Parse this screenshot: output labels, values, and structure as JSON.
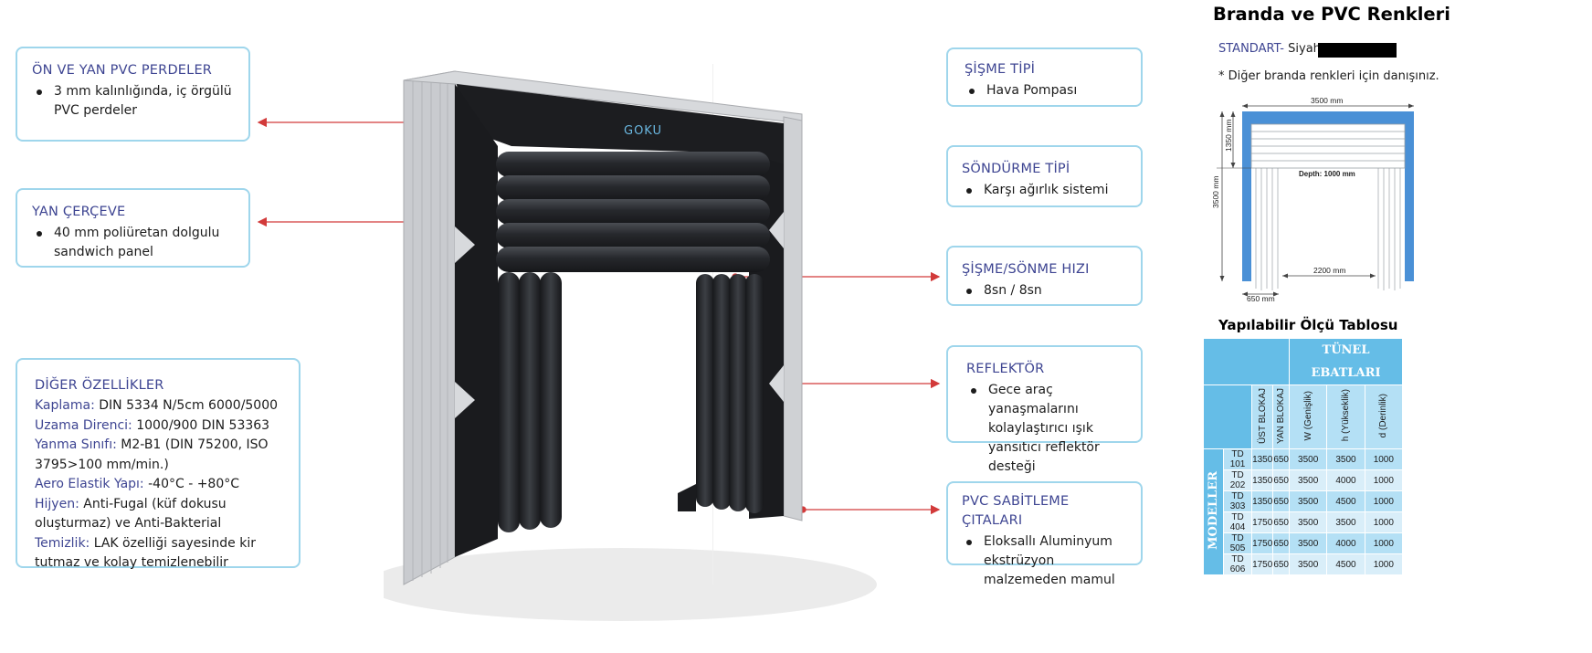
{
  "features": {
    "front_side_curtains": {
      "title": "ÖN VE YAN PVC PERDELER",
      "bullets": [
        "3 mm kalınlığında, iç örgülü PVC perdeler"
      ]
    },
    "side_frame": {
      "title": "YAN ÇERÇEVE",
      "bullets": [
        "40 mm poliüretan dolgulu sandwich panel"
      ]
    },
    "inflation_type": {
      "title": "ŞİŞME TİPİ",
      "bullets": [
        "Hava Pompası"
      ]
    },
    "deflation_type": {
      "title": "SÖNDÜRME TİPİ",
      "bullets": [
        "Karşı ağırlık sistemi"
      ]
    },
    "inflation_speed": {
      "title": "ŞİŞME/SÖNME HIZI",
      "bullets": [
        "8sn / 8sn"
      ]
    },
    "reflector": {
      "title": "REFLEKTÖR",
      "bullets": [
        "Gece araç yanaşmalarını kolaylaştırıcı ışık yansıtıcı reflektör desteği"
      ]
    },
    "pvc_strips": {
      "title": "PVC SABİTLEME ÇITALARI",
      "bullets": [
        "Eloksallı Aluminyum ekstrüzyon malzemeden mamul"
      ]
    }
  },
  "other_features": {
    "title": "DİĞER ÖZELLİKLER",
    "lines": [
      {
        "key": "Kaplama:",
        "value": "DIN 5334 N/5cm 6000/5000"
      },
      {
        "key": "Uzama Direnci:",
        "value": "1000/900 DIN 53363"
      },
      {
        "key": "Yanma Sınıfı:",
        "value": "M2-B1 (DIN 75200, ISO 3795>100 mm/min.)"
      },
      {
        "key": "Aero Elastik Yapı:",
        "value": "-40°C - +80°C"
      },
      {
        "key": "Hijyen:",
        "value": "Anti-Fugal (küf dokusu oluşturmaz) ve Anti-Bakterial"
      },
      {
        "key": "Temizlik:",
        "value": "LAK özelliği sayesinde kir tutmaz ve kolay temizlenebilir"
      }
    ]
  },
  "product": {
    "brand": "GOKU",
    "frame_color": "#c9cbcf",
    "body_color": "#2a2c30",
    "arrow_color": "#d23a3a"
  },
  "colors_panel": {
    "title": "Branda ve PVC Renkleri",
    "standard_label": "STANDART-",
    "standard_value": "Siyah",
    "swatch_color": "#000000",
    "note": "* Diğer branda renkleri için danışınız."
  },
  "drawing": {
    "width_label": "3500 mm",
    "top_label": "1350 mm",
    "height_label": "3500 mm",
    "depth_label": "Depth: 1000 mm",
    "opening_label": "2200 mm",
    "side_label": "650 mm",
    "frame_color": "#4a90d6"
  },
  "size_table": {
    "title": "Yapılabilir Ölçü Tablosu",
    "group_header": "TÜNEL EBATLARI",
    "row_group_label": "MODELLER",
    "columns": [
      "ÜST BLOKAJ",
      "YAN BLOKAJ",
      "W (Genişlik)",
      "h (Yükseklik)",
      "d (Derinlik)"
    ],
    "rows": [
      {
        "model": "TD 101",
        "values": [
          "1350",
          "650",
          "3500",
          "3500",
          "1000"
        ]
      },
      {
        "model": "TD 202",
        "values": [
          "1350",
          "650",
          "3500",
          "4000",
          "1000"
        ]
      },
      {
        "model": "TD 303",
        "values": [
          "1350",
          "650",
          "3500",
          "4500",
          "1000"
        ]
      },
      {
        "model": "TD 404",
        "values": [
          "1750",
          "650",
          "3500",
          "3500",
          "1000"
        ]
      },
      {
        "model": "TD 505",
        "values": [
          "1750",
          "650",
          "3500",
          "4000",
          "1000"
        ]
      },
      {
        "model": "TD 606",
        "values": [
          "1750",
          "650",
          "3500",
          "4500",
          "1000"
        ]
      }
    ]
  }
}
